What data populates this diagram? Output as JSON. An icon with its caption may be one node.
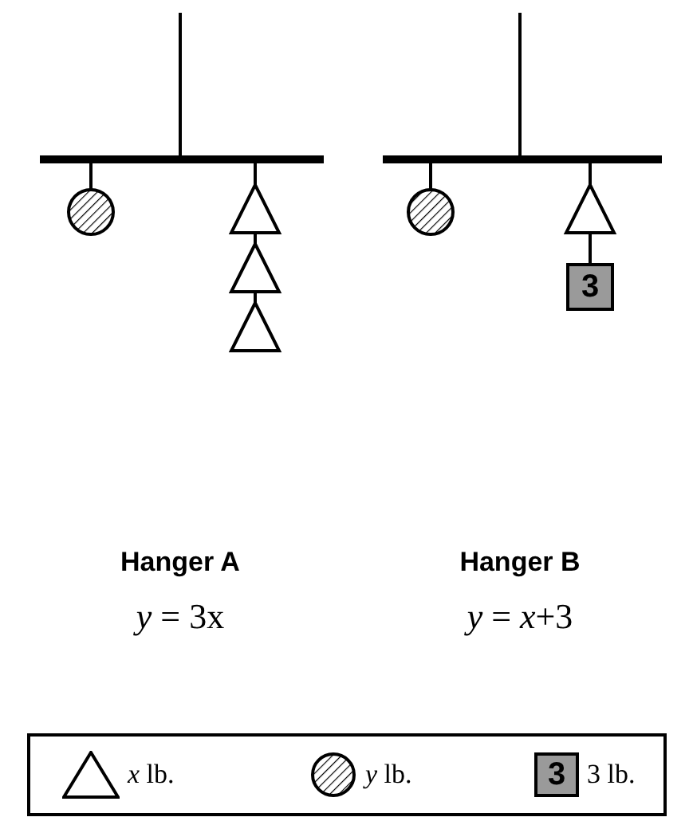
{
  "diagram": {
    "labels": [
      "3",
      "Hanger A",
      "*y* = 3x",
      "Hanger B",
      "*y* = *x*+3",
      "3"
    ],
    "legend": [
      {
        "text": "*x* lb."
      },
      {
        "text": "*y* lb."
      },
      {
        "text": "3 lb."
      }
    ]
  }
}
